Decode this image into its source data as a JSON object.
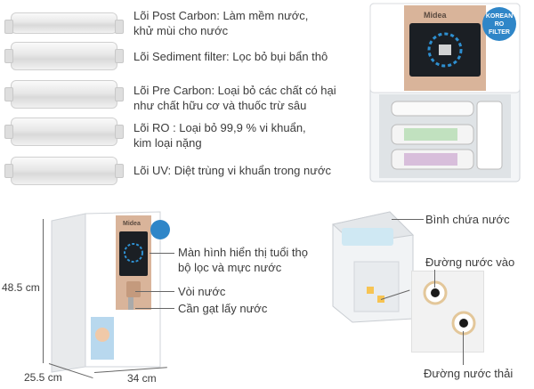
{
  "filters": [
    {
      "label_line1": "Lõi Post Carbon: Làm mềm nước,",
      "label_line2": "khử mùi cho nước"
    },
    {
      "label_line1": "Lõi Sediment filter: Lọc bỏ bụi bẩn thô",
      "label_line2": ""
    },
    {
      "label_line1": "Lõi Pre Carbon: Loại bỏ các chất có hại",
      "label_line2": "như chất hữu cơ và thuốc trừ sâu"
    },
    {
      "label_line1": "Lõi RO : Loại bỏ 99,9 % vi khuẩn,",
      "label_line2": "kim loại nặng"
    },
    {
      "label_line1": "Lõi UV: Diệt trùng vi khuẩn trong nước",
      "label_line2": ""
    }
  ],
  "front_unit": {
    "brand": "Midea",
    "badge_line1": "KOREAN",
    "badge_line2": "RO",
    "badge_line3": "FILTER",
    "display_label_line1": "Màn hình hiển thị tuổi thọ",
    "display_label_line2": "bộ lọc và mực nước",
    "faucet_label": "Vòi nước",
    "lever_label": "Cần gạt lấy nước",
    "height": "48.5 cm",
    "depth": "25.5 cm",
    "width": "34 cm"
  },
  "back_unit": {
    "tank_label": "Bình chứa nước",
    "inlet_label": "Đường nước vào",
    "outlet_label": "Đường nước thải"
  },
  "colors": {
    "accent_gold": "#d9a988",
    "screen": "#1b1f24",
    "badge_blue": "#2f86c8"
  }
}
